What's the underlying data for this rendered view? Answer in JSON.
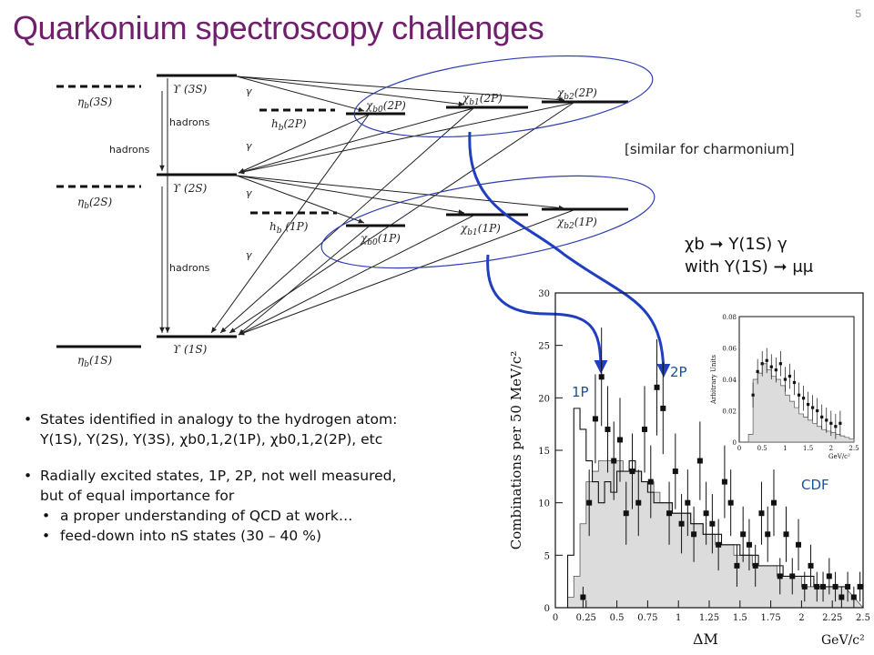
{
  "slide": {
    "title": "Quarkonium spectroscopy challenges",
    "page_number": "5",
    "note": "[similar for charmonium]",
    "decay_line1": "χb ➞ Υ(1S) γ",
    "decay_line2": "with Υ(1S) ➞ μμ",
    "label_1p": "1P",
    "label_2p": "2P",
    "label_cdf": "CDF"
  },
  "bullets": {
    "b1_line1": "States identified in analogy to the hydrogen atom:",
    "b1_line2": "Υ(1S), Υ(2S), Υ(3S), χb0,1,2(1P), χb0,1,2(2P), etc",
    "b2_line1": "Radially excited states, 1P, 2P, not well measured,",
    "b2_line2": "but of equal importance for",
    "sub1": "a proper understanding of QCD at work…",
    "sub2": "feed-down into nS states (30 – 40 %)"
  },
  "level_diagram": {
    "levels": [
      "ηb(3S)",
      "Υ(3S)",
      "χb0(2P)",
      "χb1(2P)",
      "χb2(2P)",
      "hb(2P)",
      "ηb(2S)",
      "Υ(2S)",
      "hb(1P)",
      "χb0(1P)",
      "χb1(1P)",
      "χb2(1P)",
      "ηb(1S)",
      "Υ(1S)"
    ],
    "transitions": [
      "γ",
      "hadrons"
    ]
  },
  "chart_data": {
    "type": "histogram",
    "xlabel": "ΔM",
    "xunit": "GeV/c²",
    "ylabel": "Combinations per 50 MeV/c²",
    "xlim": [
      0,
      2.5
    ],
    "ylim": [
      0,
      30
    ],
    "xticks": [
      "0",
      "0.25",
      "0.5",
      "0.75",
      "1",
      "1.25",
      "1.5",
      "1.75",
      "2",
      "2.25",
      "2.5"
    ],
    "yticks": [
      "0",
      "5",
      "10",
      "15",
      "20",
      "25",
      "30"
    ],
    "bin_width": 0.05,
    "points_x": [
      0.225,
      0.275,
      0.325,
      0.375,
      0.425,
      0.475,
      0.525,
      0.575,
      0.625,
      0.675,
      0.725,
      0.775,
      0.825,
      0.875,
      0.925,
      0.975,
      1.025,
      1.075,
      1.125,
      1.175,
      1.225,
      1.275,
      1.325,
      1.375,
      1.425,
      1.475,
      1.525,
      1.575,
      1.625,
      1.675,
      1.725,
      1.775,
      1.825,
      1.875,
      1.925,
      1.975,
      2.025,
      2.075,
      2.125,
      2.175,
      2.225,
      2.275,
      2.325,
      2.375,
      2.425,
      2.475
    ],
    "points_y": [
      1,
      10,
      18,
      22,
      17,
      14,
      16,
      9,
      13,
      10,
      17,
      12,
      21,
      19,
      9,
      13,
      8,
      10,
      7,
      14,
      9,
      8,
      6,
      12,
      10,
      4,
      7,
      6,
      4,
      9,
      7,
      10,
      3,
      7,
      3,
      6,
      2,
      4,
      2,
      2,
      3,
      2,
      1,
      2,
      1,
      2
    ],
    "model_line": [
      0,
      0,
      5,
      19,
      17,
      14,
      12,
      10,
      12,
      11,
      13,
      13,
      14,
      13,
      12,
      11,
      10,
      10,
      10,
      9,
      9,
      9,
      8,
      8,
      7,
      7,
      7,
      6,
      6,
      6,
      5,
      5,
      5,
      4,
      4,
      4,
      4,
      3,
      3,
      3,
      3,
      3,
      2,
      2,
      2,
      2,
      2
    ],
    "background_fill": [
      0,
      0,
      1,
      3,
      8,
      12,
      13,
      14,
      14,
      14,
      14,
      13,
      13,
      13,
      12,
      12,
      11,
      10,
      10,
      9,
      9,
      9,
      8,
      8,
      7,
      7,
      6,
      6,
      6,
      5,
      5,
      5,
      4,
      4,
      4,
      4,
      3,
      3,
      3,
      3,
      2,
      2,
      2,
      2,
      2,
      2,
      2
    ],
    "inset": {
      "ylabel": "Arbitrary Units",
      "xlabel": "GeV/c²",
      "xlim": [
        0,
        2.5
      ],
      "ylim": [
        0,
        0.08
      ],
      "xticks": [
        "0",
        "0.5",
        "1",
        "1.5",
        "2",
        "2.5"
      ],
      "yticks": [
        "0",
        "0.02",
        "0.04",
        "0.06",
        "0.08"
      ]
    }
  }
}
